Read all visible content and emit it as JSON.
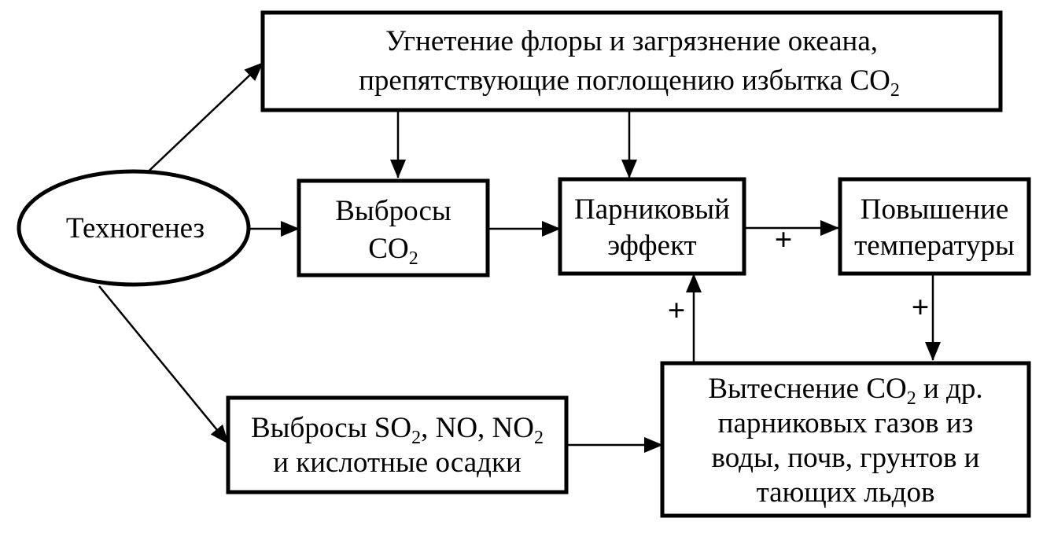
{
  "nodes": {
    "technogenesis": {
      "label": "Техногенез"
    },
    "flora_suppression": {
      "line1": "Угнетение флоры и загрязнение океана,",
      "line2": "препятствующие поглощению избытка CO",
      "line2_sub": "2"
    },
    "co2_emissions": {
      "line1": "Выбросы",
      "line2": "CO",
      "line2_sub": "2"
    },
    "greenhouse_effect": {
      "line1": "Парниковый",
      "line2": "эффект"
    },
    "temperature_rise": {
      "line1": "Повышение",
      "line2": "температуры"
    },
    "so2_emissions": {
      "line1_a": "Выбросы SO",
      "line1_sub1": "2",
      "line1_b": ", NO, NO",
      "line1_sub2": "2",
      "line2": "и кислотные осадки"
    },
    "gas_displacement": {
      "line1_a": "Вытеснение CO",
      "line1_sub": "2",
      "line1_b": " и др.",
      "line2": "парниковых газов из",
      "line3": "воды, почв, грунтов и",
      "line4": "тающих льдов"
    }
  },
  "edge_labels": {
    "greenhouse_to_temperature": "+",
    "displacement_to_greenhouse": "+",
    "temperature_to_displacement": "+"
  }
}
